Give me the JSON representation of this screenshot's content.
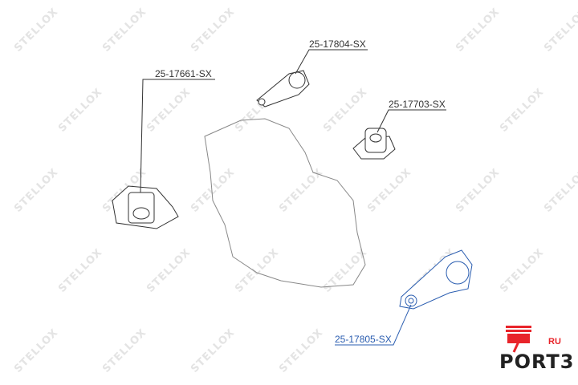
{
  "watermark": "STELLOX",
  "parts": [
    {
      "id": "25-17661-SX",
      "highlighted": false
    },
    {
      "id": "25-17804-SX",
      "highlighted": false
    },
    {
      "id": "25-17703-SX",
      "highlighted": false
    },
    {
      "id": "25-17805-SX",
      "highlighted": true
    }
  ],
  "logo": {
    "text": "PORT3",
    "suffix": "RU"
  },
  "colors": {
    "line": "#333333",
    "highlight": "#2a5db0",
    "logo_red": "#e8242a"
  }
}
